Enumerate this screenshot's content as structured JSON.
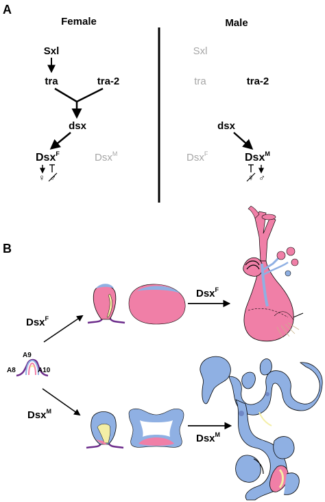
{
  "panel_a": {
    "label": "A",
    "female": {
      "heading": "Female",
      "sxl": "Sxl",
      "tra": "tra",
      "tra2": "tra-2",
      "dsx": "dsx",
      "dsxf_base": "Dsx",
      "dsxf_sup": "F",
      "dsxm_base": "Dsx",
      "dsxm_sup": "M",
      "female_symbol": "♀",
      "male_symbol": "♂"
    },
    "male": {
      "heading": "Male",
      "sxl": "Sxl",
      "tra": "tra",
      "tra2": "tra-2",
      "dsx": "dsx",
      "dsxf_base": "Dsx",
      "dsxf_sup": "F",
      "dsxm_base": "Dsx",
      "dsxm_sup": "M",
      "female_symbol": "♀",
      "male_symbol": "♂"
    }
  },
  "panel_b": {
    "label": "B",
    "origin": {
      "a8": "A8",
      "a9": "A9",
      "a10": "A10"
    },
    "female_branch": {
      "label_base": "Dsx",
      "label_sup": "F",
      "arrow_label_base": "Dsx",
      "arrow_label_sup": "F"
    },
    "male_branch": {
      "label_base": "Dsx",
      "label_sup": "M",
      "arrow_label_base": "Dsx",
      "arrow_label_sup": "M"
    }
  },
  "colors": {
    "pink": "#f07fa7",
    "blue": "#8fb0e3",
    "cream": "#f4efa6",
    "purple": "#6b2a8a",
    "dim_text": "#a6a6a6"
  }
}
